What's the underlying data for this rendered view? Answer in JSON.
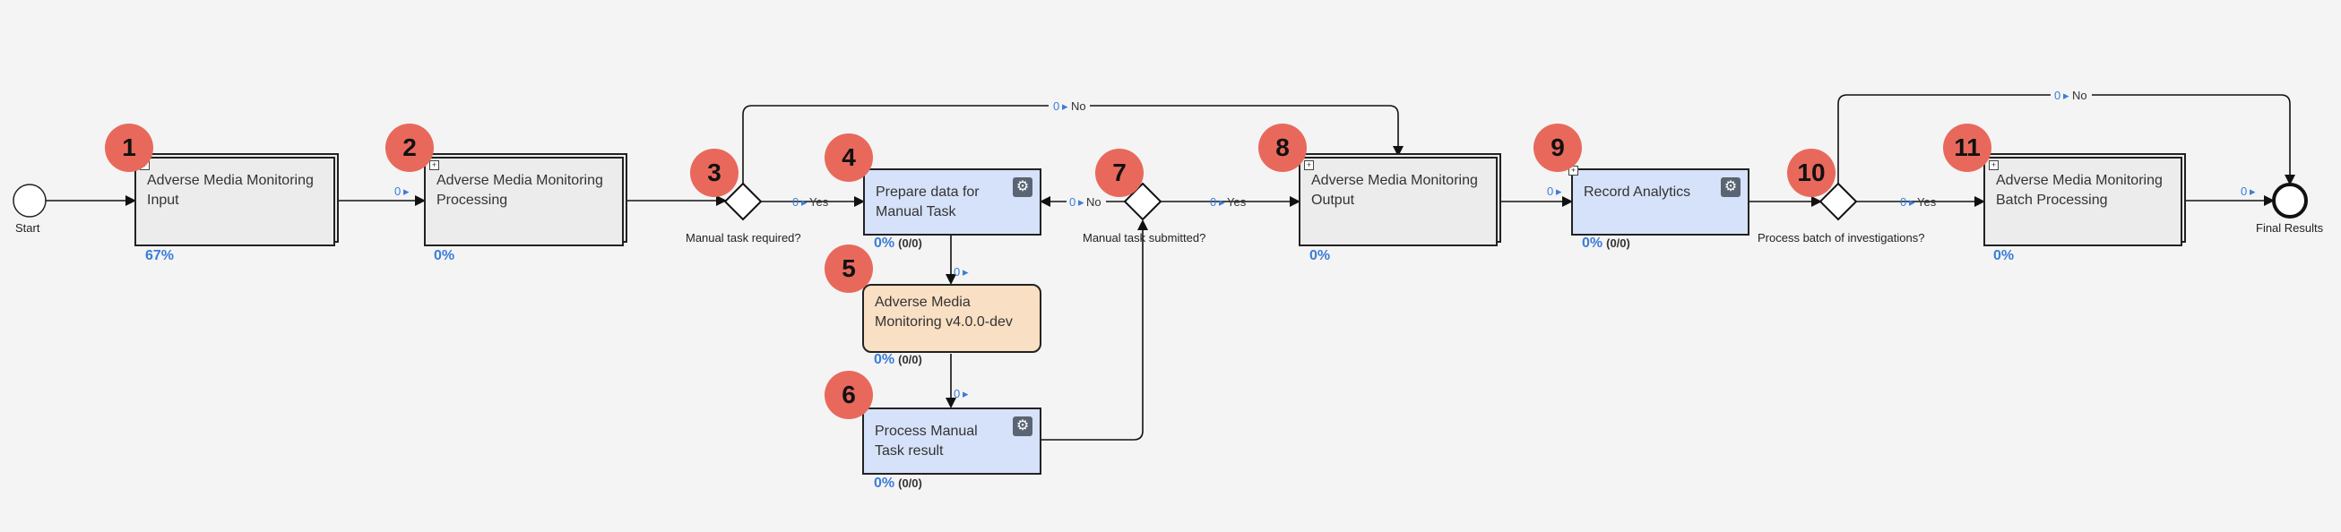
{
  "start_label": "Start",
  "end_label": "Final Results",
  "tasks": [
    {
      "id": 1,
      "label": "Adverse Media Monitoring Input",
      "pct": "67%",
      "count": ""
    },
    {
      "id": 2,
      "label": "Adverse Media Monitoring Processing",
      "pct": "0%",
      "count": ""
    },
    {
      "id": 4,
      "label": "Prepare data for Manual Task",
      "pct": "0%",
      "count": "(0/0)"
    },
    {
      "id": 5,
      "label": "Adverse Media Monitoring v4.0.0-dev",
      "pct": "0%",
      "count": "(0/0)"
    },
    {
      "id": 6,
      "label": "Process Manual Task result",
      "pct": "0%",
      "count": "(0/0)"
    },
    {
      "id": 8,
      "label": "Adverse Media Monitoring Output",
      "pct": "0%",
      "count": ""
    },
    {
      "id": 9,
      "label": "Record Analytics",
      "pct": "0%",
      "count": "(0/0)"
    },
    {
      "id": 11,
      "label": "Adverse Media Monitoring Batch Processing",
      "pct": "0%",
      "count": ""
    }
  ],
  "gateways": [
    {
      "id": 3,
      "label": "Manual task required?"
    },
    {
      "id": 7,
      "label": "Manual task submitted?"
    },
    {
      "id": 10,
      "label": "Process batch of investigations?"
    }
  ],
  "badges": [
    "1",
    "2",
    "3",
    "4",
    "5",
    "6",
    "7",
    "8",
    "9",
    "10",
    "11"
  ],
  "flow_labels": {
    "yes": "Yes",
    "no": "No",
    "zero": "0"
  },
  "colors": {
    "badge": "#e8695c",
    "task_default": "#ececec",
    "task_service": "#d6e2f9",
    "task_call": "#f9dfc3",
    "percent": "#3b7dd8"
  }
}
